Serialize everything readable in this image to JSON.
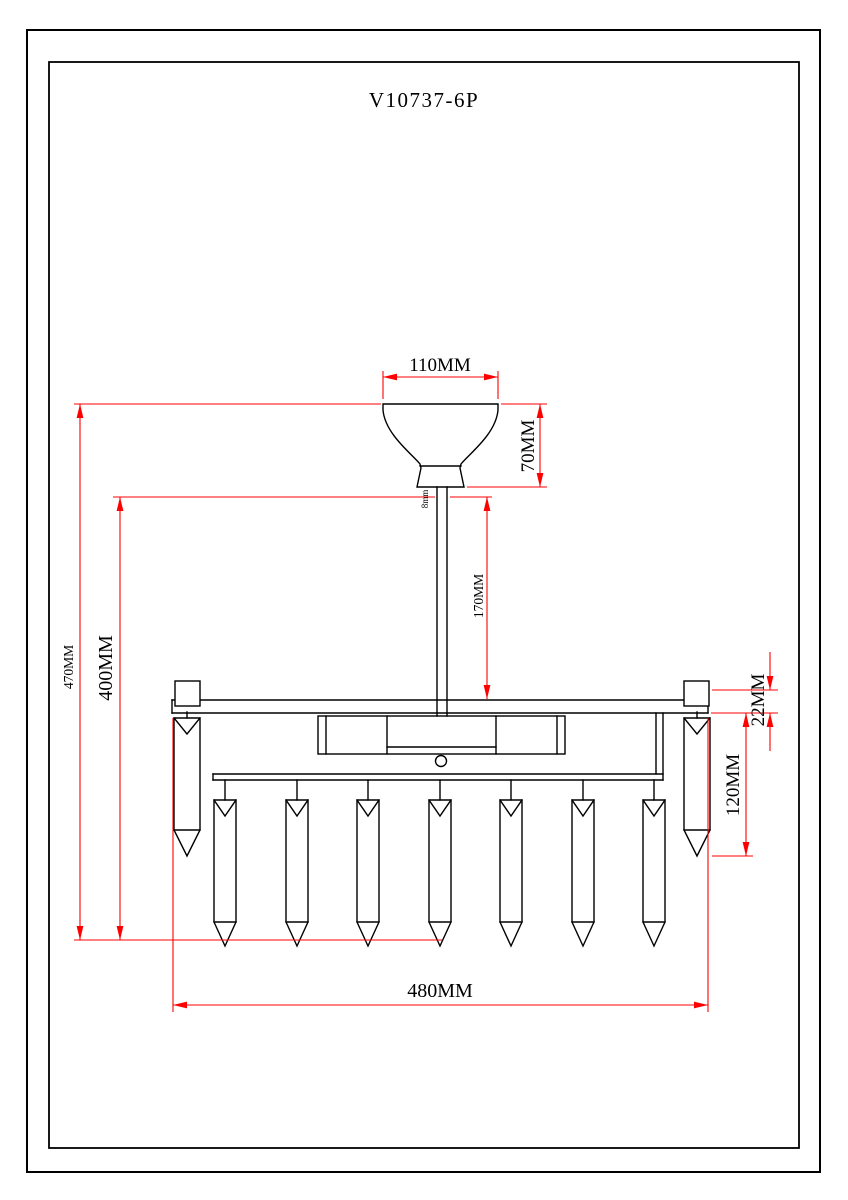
{
  "page": {
    "title": "V10737-6P"
  },
  "dimensions": {
    "canopy_width": "110MM",
    "canopy_height": "70MM",
    "stem_length": "170MM",
    "overall_height": "470MM",
    "drop_height": "400MM",
    "frame_thickness": "22MM",
    "crystal_drop": "120MM",
    "body_width": "480MM",
    "stem_diameter": "8mm"
  },
  "colors": {
    "drawing": "#000000",
    "dimension": "#fe0000",
    "background": "#ffffff"
  }
}
